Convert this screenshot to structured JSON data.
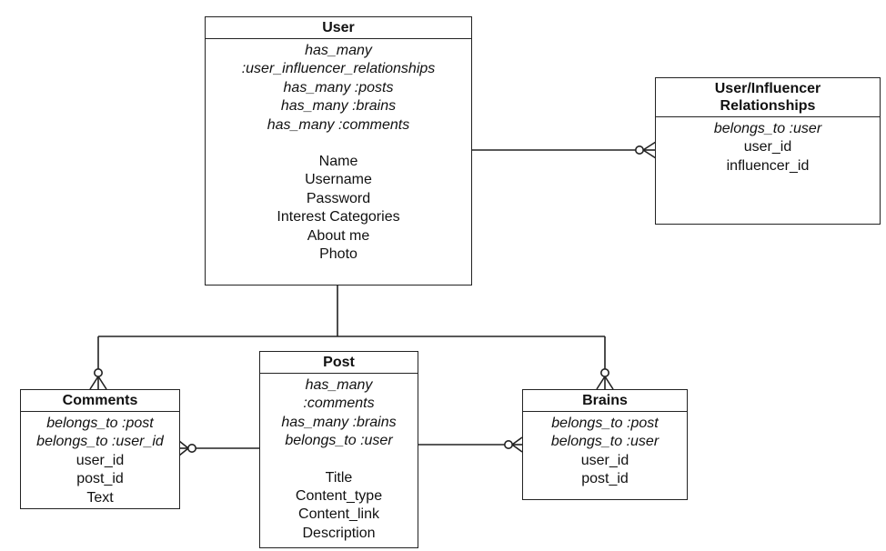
{
  "entities": {
    "user": {
      "title": "User",
      "relations": [
        "has_many",
        ":user_influencer_relationships",
        "has_many :posts",
        "has_many :brains",
        "has_many :comments"
      ],
      "attributes": [
        "Name",
        "Username",
        "Password",
        "Interest Categories",
        "About me",
        "Photo"
      ]
    },
    "influencer": {
      "title_line1": "User/Influencer",
      "title_line2": "Relationships",
      "relations": [
        "belongs_to :user"
      ],
      "attributes": [
        "user_id",
        "influencer_id"
      ]
    },
    "comments": {
      "title": "Comments",
      "relations": [
        "belongs_to :post",
        "belongs_to :user_id"
      ],
      "attributes": [
        "user_id",
        "post_id",
        "Text"
      ]
    },
    "post": {
      "title": "Post",
      "relations": [
        "has_many",
        ":comments",
        "has_many :brains",
        "belongs_to :user"
      ],
      "attributes": [
        "Title",
        "Content_type",
        "Content_link",
        "Description"
      ]
    },
    "brains": {
      "title": "Brains",
      "relations": [
        "belongs_to :post",
        "belongs_to :user"
      ],
      "attributes": [
        "user_id",
        "post_id"
      ]
    }
  },
  "relationships": [
    {
      "from": "User",
      "to": "User/Influencer Relationships",
      "cardinality": "one-to-zero-or-many"
    },
    {
      "from": "User",
      "to": "Comments",
      "cardinality": "one-to-zero-or-many"
    },
    {
      "from": "User",
      "to": "Brains",
      "cardinality": "one-to-zero-or-many"
    },
    {
      "from": "Post",
      "to": "Comments",
      "cardinality": "one-to-zero-or-many"
    },
    {
      "from": "Post",
      "to": "Brains",
      "cardinality": "one-to-zero-or-many"
    }
  ],
  "colors": {
    "line": "#222222",
    "background": "#ffffff",
    "text": "#111111"
  }
}
